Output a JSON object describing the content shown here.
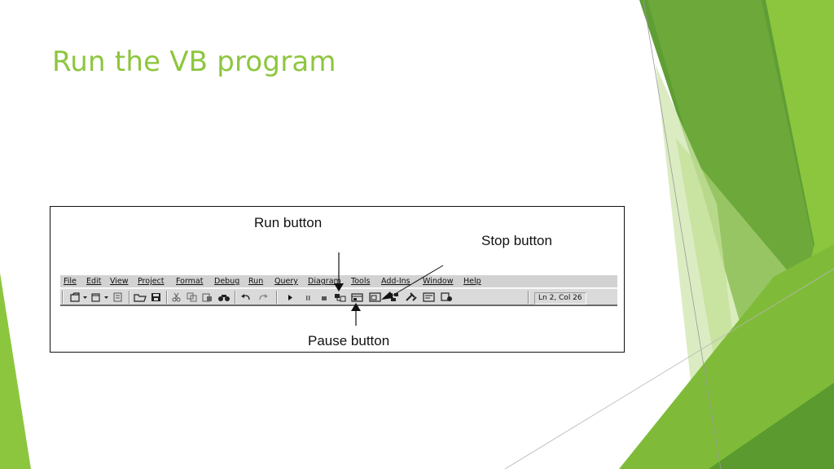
{
  "slide": {
    "title": "Run the VB program"
  },
  "figure": {
    "callouts": {
      "run": "Run button",
      "stop": "Stop button",
      "pause": "Pause button"
    },
    "menu": [
      "File",
      "Edit",
      "View",
      "Project",
      "Format",
      "Debug",
      "Run",
      "Query",
      "Diagram",
      "Tools",
      "Add-Ins",
      "Window",
      "Help"
    ],
    "status": "Ln 2, Col 26",
    "icons": [
      "add-project-icon",
      "dropdown-icon",
      "add-form-icon",
      "dropdown-icon",
      "menu-editor-icon",
      "open-icon",
      "save-icon",
      "cut-icon",
      "copy-icon",
      "paste-icon",
      "find-icon",
      "undo-icon",
      "redo-icon",
      "run-icon",
      "pause-icon",
      "stop-icon",
      "project-explorer-icon",
      "properties-icon",
      "form-layout-icon",
      "object-browser-icon",
      "toolbox-icon",
      "data-view-icon",
      "component-manager-icon"
    ]
  },
  "colors": {
    "title": "#8dc63f",
    "green_dark": "#4f8a2b",
    "green_mid": "#76b82a",
    "green_light": "#a9d46a"
  }
}
